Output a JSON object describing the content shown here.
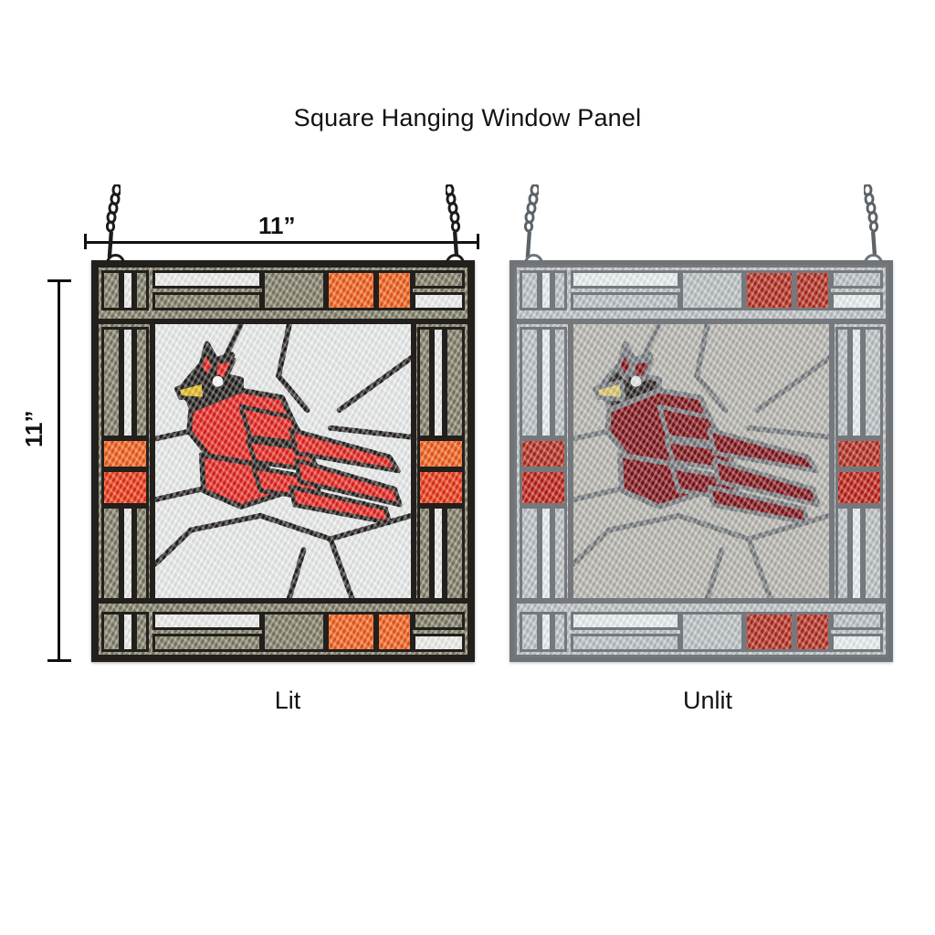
{
  "page": {
    "title": "Square Hanging Window Panel",
    "background": "#ffffff"
  },
  "dimensions": {
    "width_label": "11”",
    "height_label": "11”"
  },
  "panels": [
    {
      "id": "lit",
      "caption": "Lit",
      "state": "lit",
      "came_color": "#221f1c",
      "colors": {
        "frame": "#7d7a63",
        "accent_orange": "#ef5a16",
        "accent_red": "#e8320f",
        "clear_glass": "#ececea",
        "field_glass": "#e9eaea",
        "bird_body": "#e4221c",
        "bird_dark": "#1d1a17",
        "beak": "#e3ba1d",
        "eye": "#ffffff"
      }
    },
    {
      "id": "unlit",
      "caption": "Unlit",
      "state": "unlit",
      "came_color": "#75797d",
      "colors": {
        "frame": "#b9bfc2",
        "accent_orange": "#b12a1c",
        "accent_red": "#bb1d13",
        "clear_glass": "#e8edef",
        "field_glass": "#b5b3ad",
        "bird_body": "#7e1218",
        "bird_dark": "#2b2522",
        "beak": "#d8c26a",
        "eye": "#e8e8e8"
      }
    }
  ],
  "artwork": {
    "subject": "northern-cardinal",
    "style": "arts-and-crafts-geometric-border"
  },
  "chain": {
    "link_count": 7,
    "color_lit": "#1c1c1c",
    "color_unlit": "#6d7478"
  }
}
